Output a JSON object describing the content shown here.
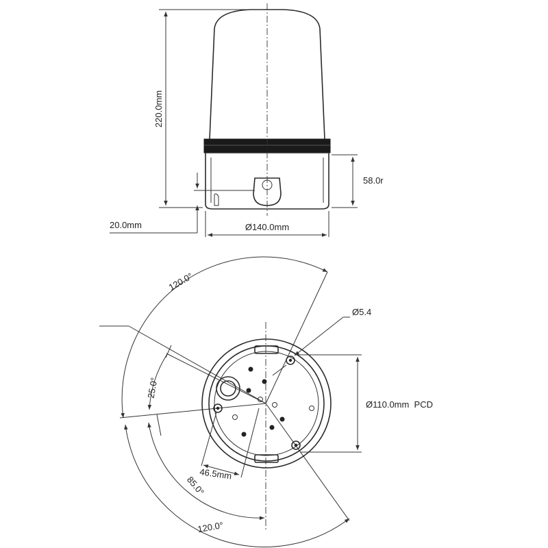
{
  "side_view": {
    "height_label": "220.0mm",
    "base_height_label": "58.0r",
    "bracket_label": "20.0mm",
    "diameter_label": "Ø140.0mm"
  },
  "top_view": {
    "upper_angle_label": "120.0°",
    "lower_angle_label": "120.0°",
    "cable_angle_label": "25.0°",
    "offset_angle_label": "85.0°",
    "hole_label": "Ø5.4",
    "pcd_label": "Ø110.0mm  PCD",
    "radius_label": "46.5mm"
  },
  "colors": {
    "line": "#2a2a2a",
    "band": "#1a1a1a",
    "background": "#ffffff"
  }
}
